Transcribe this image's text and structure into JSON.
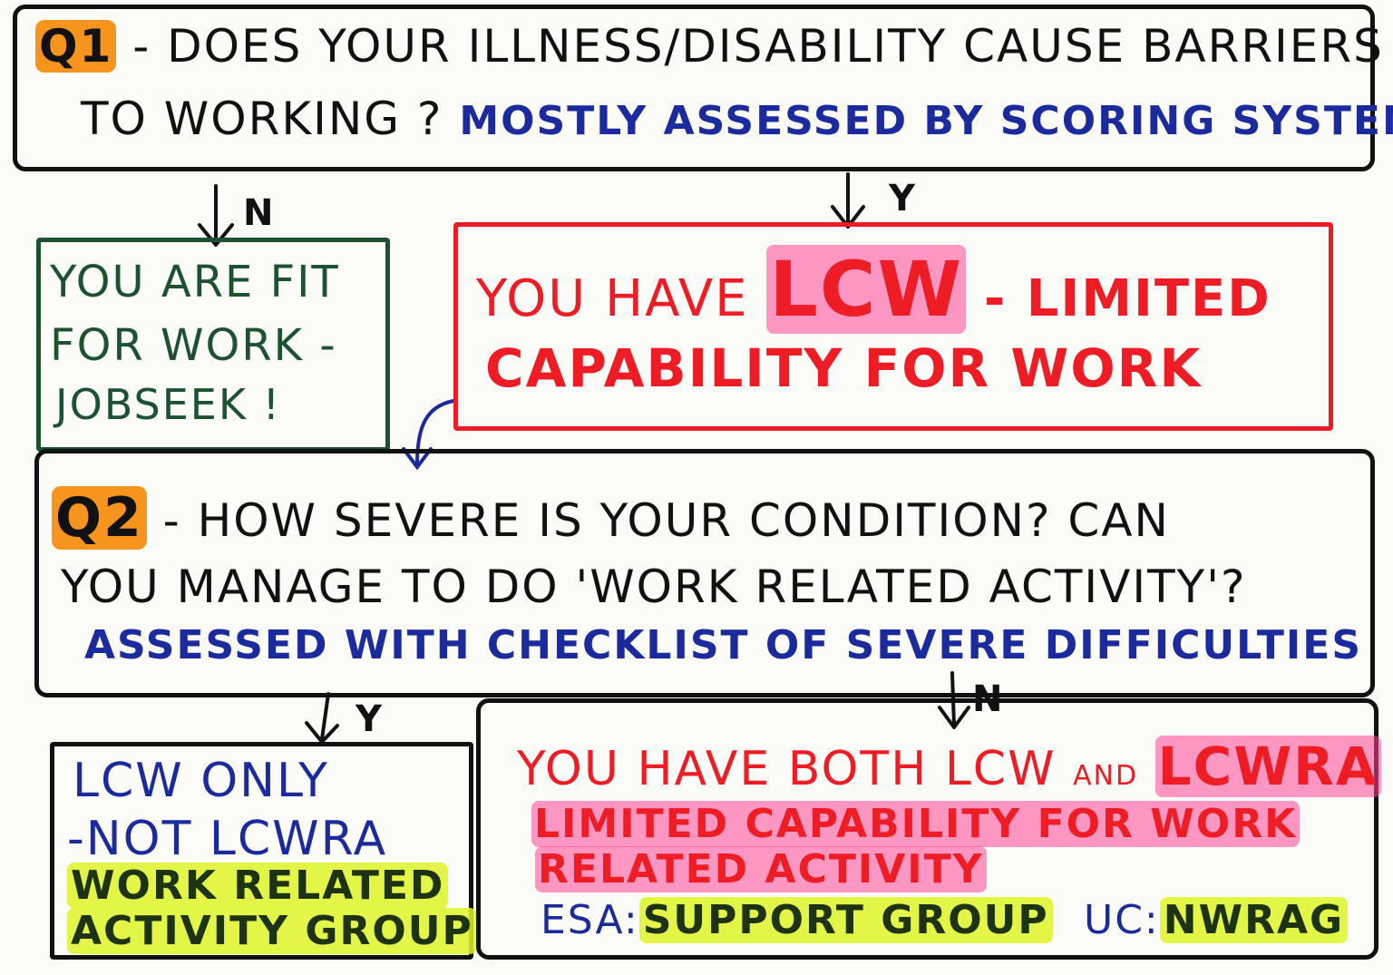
{
  "q1": {
    "number": "Q1",
    "question_line1": "- Does your illness/disability cause barriers",
    "question_line2": "to working ?",
    "note": "Mostly assessed by scoring system"
  },
  "q1_no": {
    "branch_label": "N",
    "line1": "You are fit",
    "line2": "for work -",
    "line3": "jobseek !"
  },
  "q1_yes": {
    "branch_label": "Y",
    "prefix": "You have",
    "acronym": "LCW",
    "line1_rest": "- Limited",
    "line2": "capability for work"
  },
  "q2": {
    "number": "Q2",
    "question_line1": "- How severe is your condition? Can",
    "question_line2": "you manage to do 'work related activity'?",
    "note": "Assessed with checklist of severe difficulties"
  },
  "q2_yes": {
    "branch_label": "Y",
    "line1": "LCW only",
    "line2": "-not LCWRA",
    "group_line1": "Work related",
    "group_line2": "activity group"
  },
  "q2_no": {
    "branch_label": "N",
    "line1_a": "You have both LCW",
    "line1_and": "and",
    "line1_acronym": "LCWRA",
    "line2": "Limited capability for work",
    "line3": "related activity",
    "esa_label": "ESA:",
    "esa_group": "Support group",
    "uc_label": "UC:",
    "uc_group": "NWRAG"
  },
  "colors": {
    "ink": "#111111",
    "blue": "#1b2a9c",
    "red": "#ee1c25",
    "green": "#1c5230",
    "highlight_yellow": "#def528",
    "highlight_orange": "#f7941d",
    "highlight_pink": "#ff4696"
  }
}
